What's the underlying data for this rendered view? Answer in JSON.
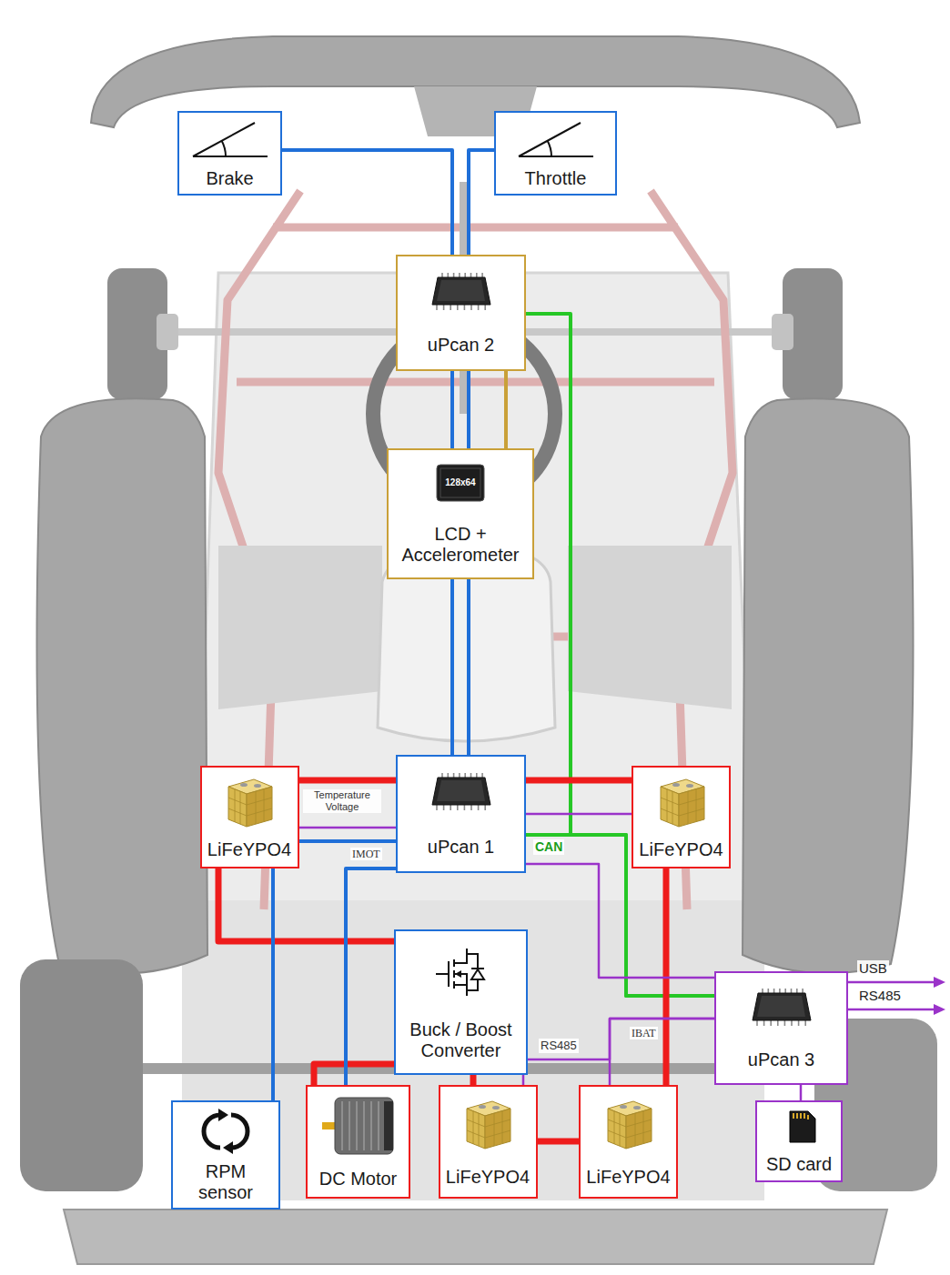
{
  "diagram": {
    "nodes": [
      {
        "text": [
          "Brake"
        ]
      },
      {
        "text": [
          "Throttle"
        ]
      },
      {
        "text": [
          "uPcan 2"
        ]
      },
      {
        "text": [
          "LCD + Accelerometer"
        ]
      },
      {
        "text": [
          "LiFeYPO4"
        ]
      },
      {
        "text": [
          "LiFeYPO4"
        ]
      },
      {
        "text": [
          "uPcan 1"
        ]
      },
      {
        "text": [
          "Buck / Boost Converter"
        ]
      },
      {
        "text": [
          "uPcan 3"
        ]
      },
      {
        "text": [
          "RPM sensor"
        ]
      },
      {
        "text": [
          "DC Motor"
        ]
      },
      {
        "text": [
          "LiFeYPO4"
        ]
      },
      {
        "text": [
          "LiFeYPO4"
        ]
      },
      {
        "text": [
          "SD card"
        ]
      }
    ],
    "edges": [
      {
        "from": 0,
        "to": 2,
        "arrow": "none"
      },
      {
        "from": 1,
        "to": 2,
        "arrow": "none"
      },
      {
        "from": 2,
        "to": 3,
        "arrow": "none"
      },
      {
        "from": 2,
        "to": 6,
        "arrow": "none"
      },
      {
        "from": 2,
        "to": 6,
        "arrow": "none"
      },
      {
        "from": 2,
        "to": 8,
        "arrow": "none"
      },
      {
        "from": 6,
        "to": 8,
        "label": "CAN",
        "arrow": "none"
      },
      {
        "from": 4,
        "to": 5,
        "arrow": "none"
      },
      {
        "from": 4,
        "to": 7,
        "arrow": "none"
      },
      {
        "from": 5,
        "to": 12,
        "label": "IBAT",
        "arrow": "none"
      },
      {
        "from": 11,
        "to": 12,
        "arrow": "none"
      },
      {
        "from": 7,
        "to": 11,
        "arrow": "none"
      },
      {
        "from": 7,
        "to": 10,
        "arrow": "none"
      },
      {
        "from": 6,
        "to": 10,
        "label": "IMOT",
        "arrow": "none"
      },
      {
        "from": 6,
        "to": 9,
        "arrow": "none"
      },
      {
        "from": 6,
        "to": 5,
        "arrow": "none"
      },
      {
        "from": 4,
        "to": 6,
        "label": "Temperature Voltage",
        "arrow": "none"
      },
      {
        "from": 6,
        "to": 8,
        "arrow": "none"
      },
      {
        "from": 11,
        "to": 8,
        "label": "RS485",
        "arrow": "none"
      },
      {
        "from": 12,
        "to": 8,
        "arrow": "none"
      },
      {
        "from": 8,
        "to": 13,
        "arrow": "none"
      }
    ],
    "labels": [
      "128x64",
      "USB",
      "RS485"
    ]
  }
}
